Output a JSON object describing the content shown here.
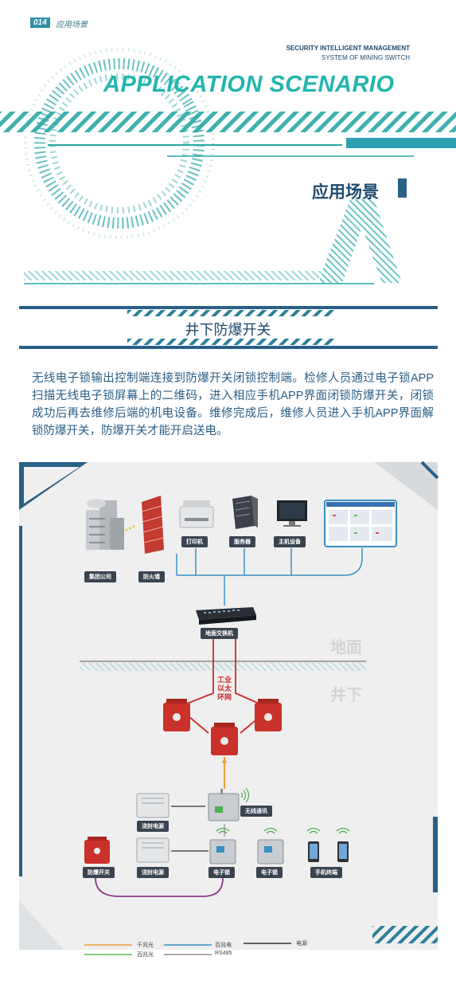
{
  "header": {
    "page_number": "014",
    "section_label": "应用场景",
    "subtitle_line1": "SECURITY INTELLIGENT MANAGEMENT",
    "subtitle_line2": "SYSTEM OF MINING SWITCH",
    "title_en": "APPLICATION SCENARIO",
    "title_cn": "应用场景"
  },
  "section": {
    "title": "井下防爆开关",
    "description": "无线电子锁输出控制端连接到防爆开关闭锁控制端。检修人员通过电子锁APP扫描无线电子锁屏幕上的二维码，进入相应手机APP界面闭锁防爆开关，闭锁成功后再去维修后端的机电设备。维修完成后，维修人员进入手机APP界面解锁防爆开关，防爆开关才能开启送电。"
  },
  "diagram": {
    "zones": {
      "surface": "地面",
      "underground": "井下"
    },
    "labels": {
      "group_company": "集团公司",
      "firewall": "防火墙",
      "printer": "打印机",
      "server": "服务器",
      "host": "主机设备",
      "surface_switch": "地面交换机",
      "industrial_ring": "工业以太环网",
      "wireless_comm": "无线通讯",
      "explosion_proof_power_1": "浇封电源",
      "explosion_proof_power_2": "浇封电源",
      "explosion_switch": "防爆开关",
      "electronic_lock_1": "电子锁",
      "electronic_lock_2": "电子锁",
      "mobile_terminal": "手机终端"
    },
    "legend": {
      "gigabit_fiber": "千兆光",
      "hundred_mbps_fiber": "百兆光",
      "hundred_mbps_electric": "百兆电",
      "rs485": "RS485",
      "power": "电源"
    },
    "colors": {
      "gigabit_fiber": "#e8a23a",
      "hundred_mbps_fiber": "#5cb85c",
      "hundred_mbps_electric": "#3a8fc4",
      "rs485": "#9b8a8a",
      "power": "#333333",
      "ring": "#cc2a2a",
      "purple": "#8a3a8c"
    }
  }
}
